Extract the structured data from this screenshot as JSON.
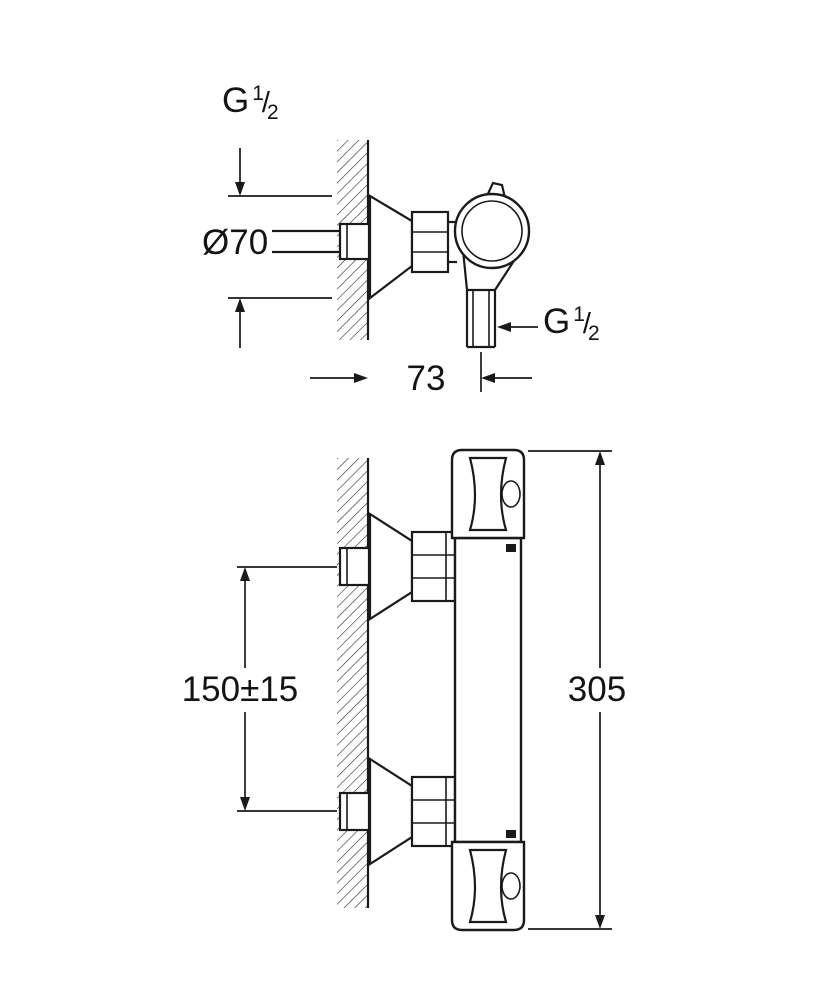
{
  "drawing": {
    "background": "#ffffff",
    "line_color": "#1a1a1a",
    "side_view": {
      "wall_thread": {
        "g": "G",
        "num": "1",
        "slash": "/",
        "den": "2"
      },
      "escutcheon_diameter": "Ø70",
      "wall_to_outlet": "73",
      "outlet_thread": {
        "g": "G",
        "num": "1",
        "slash": "/",
        "den": "2"
      }
    },
    "front_view": {
      "connection_spacing": "150±15",
      "overall_height": "305"
    }
  }
}
